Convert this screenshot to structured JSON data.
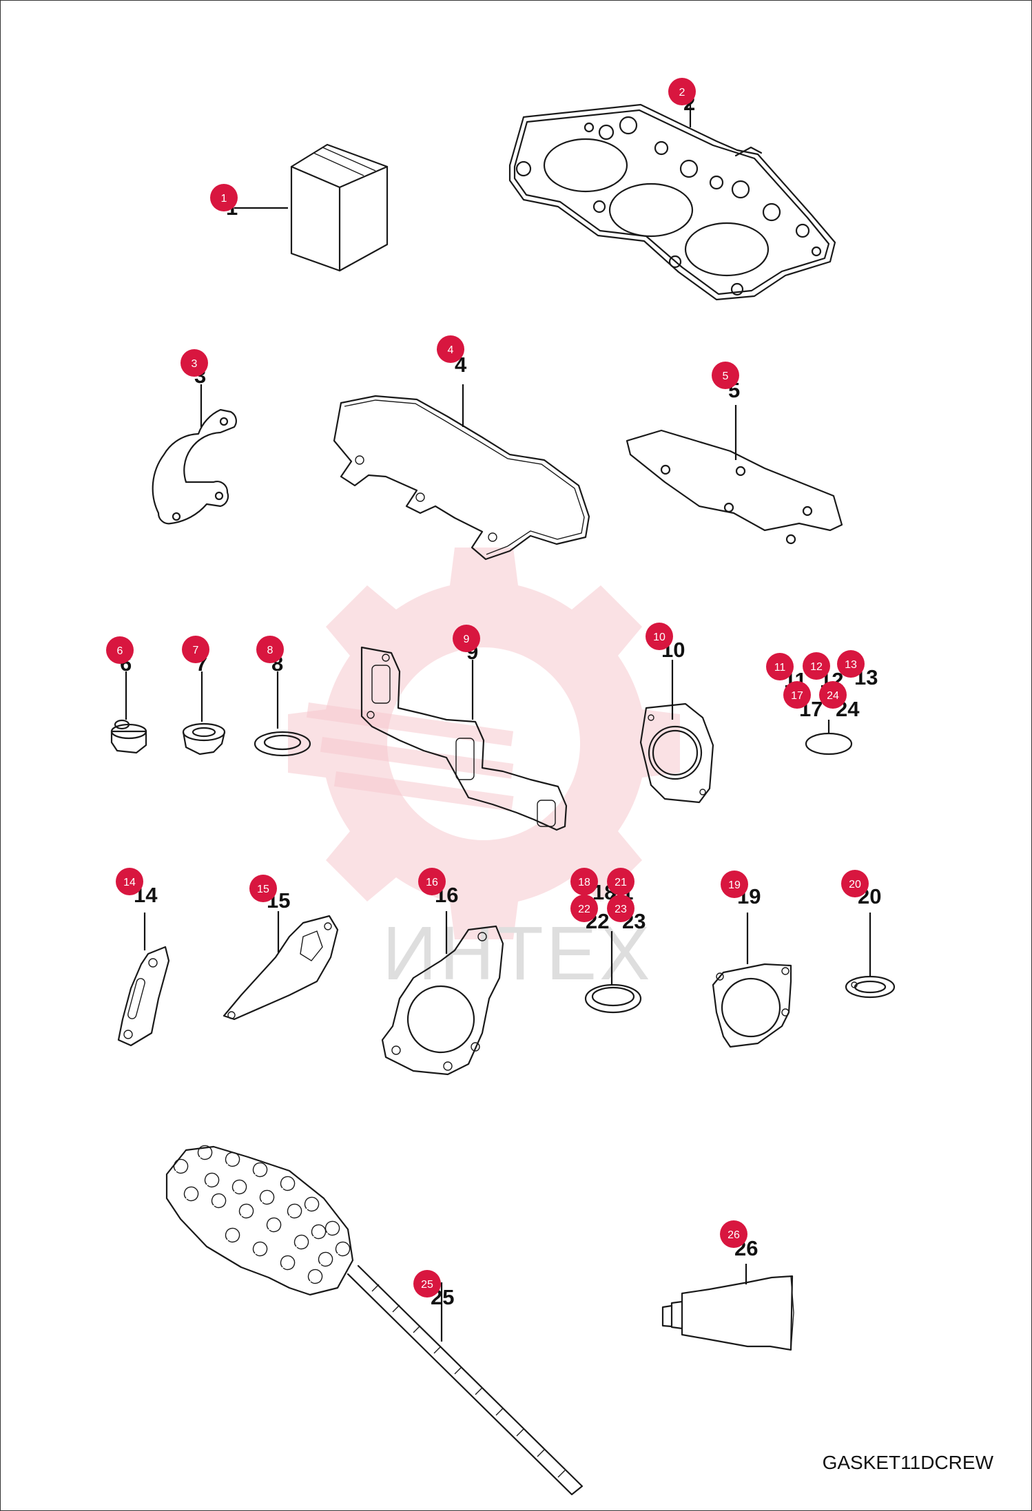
{
  "diagram": {
    "code": "GASKET11DCREW",
    "watermark": "ИНТЕХ",
    "accent_color": "#d8163f",
    "callouts": [
      "1",
      "2",
      "3",
      "4",
      "5",
      "6",
      "7",
      "8",
      "9",
      "10",
      "11",
      "12",
      "13",
      "14",
      "15",
      "16",
      "17",
      "18",
      "19",
      "20",
      "21",
      "22",
      "23",
      "24",
      "25",
      "26"
    ],
    "part_labels": [
      "1",
      "2",
      "3",
      "4",
      "5",
      "6",
      "7",
      "8",
      "9",
      "10",
      "11",
      "12",
      "13",
      "14",
      "15",
      "16",
      "17",
      "18",
      "19",
      "20",
      "21",
      "22",
      "23",
      "24",
      "25",
      "26"
    ]
  }
}
